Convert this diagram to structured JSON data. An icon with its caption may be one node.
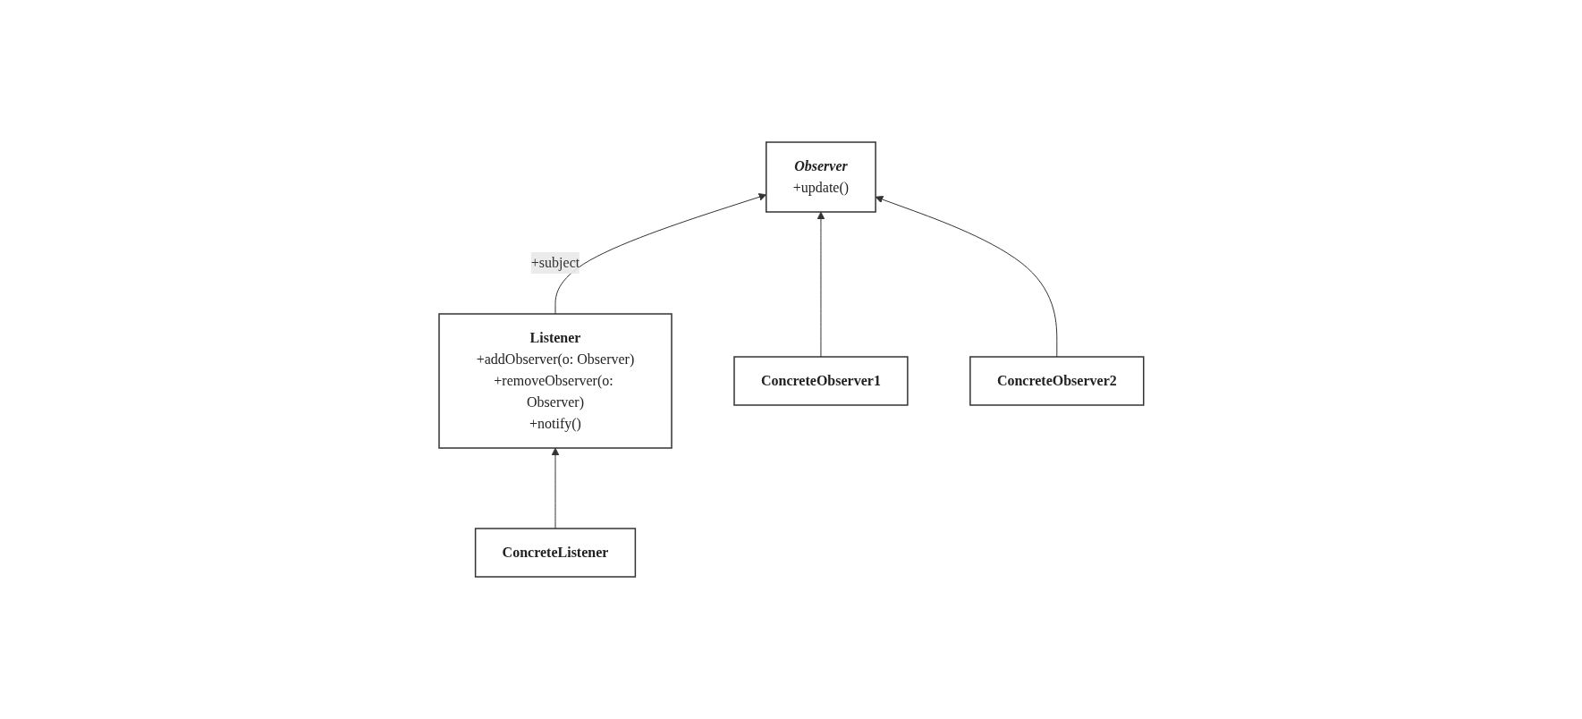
{
  "diagram": {
    "nodes": [
      {
        "text": [
          "Listener",
          "+addObserver(o: Observer)",
          "+removeObserver(o: Observer)",
          "+notify()"
        ]
      },
      {
        "text": [
          "Observer",
          "+update()"
        ]
      },
      {
        "text": [
          "ConcreteListener"
        ]
      },
      {
        "text": [
          "ConcreteObserver1"
        ]
      },
      {
        "text": [
          "ConcreteObserver2"
        ]
      }
    ],
    "edges": [
      {
        "from": 0,
        "to": 1,
        "arrow": "to",
        "label": "+subject"
      },
      {
        "from": 2,
        "to": 0,
        "arrow": "to"
      },
      {
        "from": 3,
        "to": 1,
        "arrow": "to"
      },
      {
        "from": 4,
        "to": 1,
        "arrow": "to"
      }
    ]
  }
}
